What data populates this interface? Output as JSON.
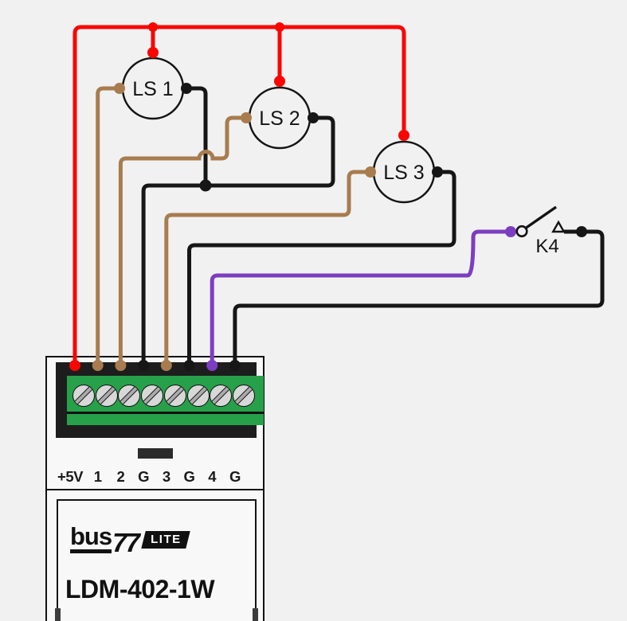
{
  "sensors": [
    {
      "label": "LS 1"
    },
    {
      "label": "LS 2"
    },
    {
      "label": "LS 3"
    }
  ],
  "relay_switch": {
    "label": "K4"
  },
  "module": {
    "brand_text": "bus",
    "brand_number": "77",
    "brand_badge": "LITE",
    "model": "LDM-402-1W",
    "terminals": [
      "+5V",
      "1",
      "2",
      "G",
      "3",
      "G",
      "4",
      "G"
    ],
    "terminal_wire_colors": [
      "red",
      "brown",
      "brown",
      "black",
      "brown",
      "black",
      "purple",
      "black"
    ]
  },
  "colors": {
    "wire_red": "#fb0500",
    "wire_brown": "#a87c4f",
    "wire_black": "#161616",
    "wire_purple": "#7c3ec1",
    "terminal_green": "#27a04a"
  }
}
